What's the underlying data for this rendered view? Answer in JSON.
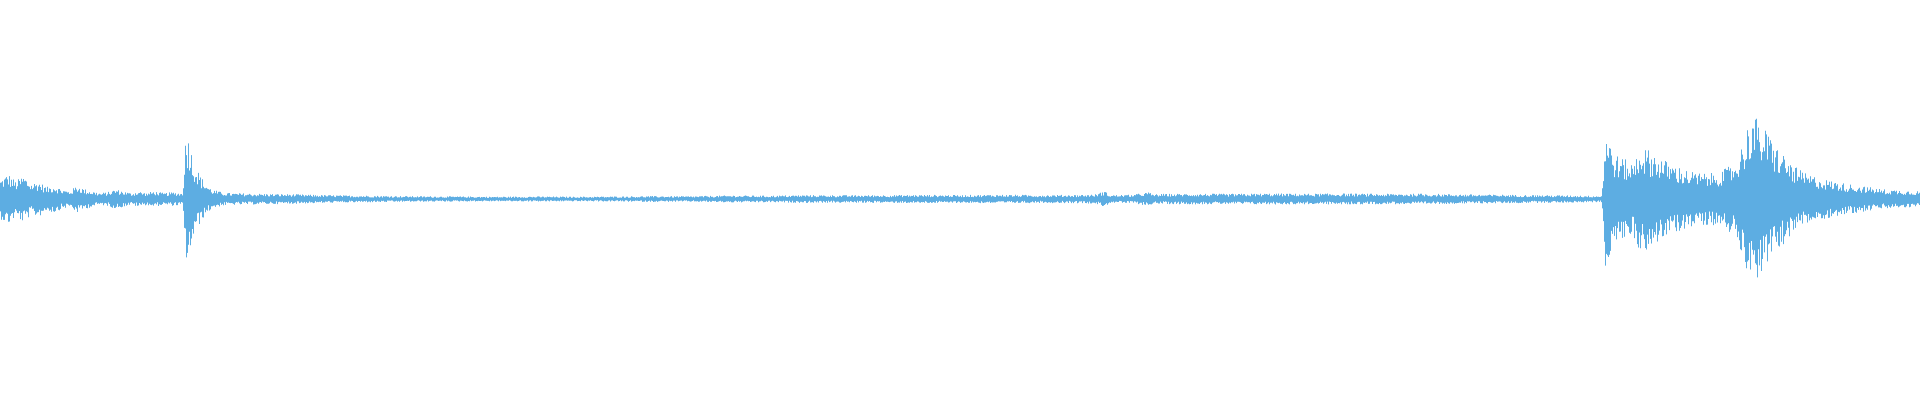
{
  "waveform": {
    "color": "#5dade2",
    "background": "#ffffff",
    "envelope": [
      [
        0.0,
        0.1
      ],
      [
        0.004,
        0.13
      ],
      [
        0.008,
        0.09
      ],
      [
        0.012,
        0.12
      ],
      [
        0.016,
        0.08
      ],
      [
        0.02,
        0.09
      ],
      [
        0.024,
        0.06
      ],
      [
        0.028,
        0.07
      ],
      [
        0.032,
        0.05
      ],
      [
        0.036,
        0.04
      ],
      [
        0.04,
        0.07
      ],
      [
        0.044,
        0.05
      ],
      [
        0.048,
        0.04
      ],
      [
        0.052,
        0.03
      ],
      [
        0.056,
        0.035
      ],
      [
        0.06,
        0.05
      ],
      [
        0.064,
        0.04
      ],
      [
        0.068,
        0.03
      ],
      [
        0.072,
        0.04
      ],
      [
        0.076,
        0.03
      ],
      [
        0.08,
        0.04
      ],
      [
        0.085,
        0.03
      ],
      [
        0.09,
        0.035
      ],
      [
        0.095,
        0.03
      ],
      [
        0.096,
        0.28
      ],
      [
        0.098,
        0.34
      ],
      [
        0.1,
        0.21
      ],
      [
        0.103,
        0.14
      ],
      [
        0.106,
        0.09
      ],
      [
        0.11,
        0.05
      ],
      [
        0.115,
        0.035
      ],
      [
        0.12,
        0.03
      ],
      [
        0.13,
        0.028
      ],
      [
        0.14,
        0.026
      ],
      [
        0.15,
        0.025
      ],
      [
        0.16,
        0.022
      ],
      [
        0.17,
        0.02
      ],
      [
        0.18,
        0.018
      ],
      [
        0.2,
        0.016
      ],
      [
        0.22,
        0.014
      ],
      [
        0.24,
        0.013
      ],
      [
        0.26,
        0.012
      ],
      [
        0.28,
        0.013
      ],
      [
        0.3,
        0.012
      ],
      [
        0.32,
        0.013
      ],
      [
        0.34,
        0.015
      ],
      [
        0.36,
        0.014
      ],
      [
        0.38,
        0.018
      ],
      [
        0.4,
        0.017
      ],
      [
        0.42,
        0.02
      ],
      [
        0.44,
        0.019
      ],
      [
        0.46,
        0.02
      ],
      [
        0.48,
        0.021
      ],
      [
        0.5,
        0.02
      ],
      [
        0.52,
        0.022
      ],
      [
        0.54,
        0.02
      ],
      [
        0.56,
        0.021
      ],
      [
        0.57,
        0.023
      ],
      [
        0.575,
        0.04
      ],
      [
        0.578,
        0.02
      ],
      [
        0.59,
        0.022
      ],
      [
        0.598,
        0.035
      ],
      [
        0.6,
        0.025
      ],
      [
        0.62,
        0.027
      ],
      [
        0.64,
        0.026
      ],
      [
        0.66,
        0.028
      ],
      [
        0.68,
        0.027
      ],
      [
        0.7,
        0.028
      ],
      [
        0.72,
        0.026
      ],
      [
        0.74,
        0.027
      ],
      [
        0.76,
        0.024
      ],
      [
        0.78,
        0.022
      ],
      [
        0.8,
        0.02
      ],
      [
        0.82,
        0.018
      ],
      [
        0.834,
        0.016
      ],
      [
        0.836,
        0.35
      ],
      [
        0.838,
        0.3
      ],
      [
        0.84,
        0.24
      ],
      [
        0.842,
        0.22
      ],
      [
        0.846,
        0.2
      ],
      [
        0.85,
        0.18
      ],
      [
        0.854,
        0.27
      ],
      [
        0.858,
        0.25
      ],
      [
        0.862,
        0.23
      ],
      [
        0.866,
        0.2
      ],
      [
        0.87,
        0.18
      ],
      [
        0.875,
        0.16
      ],
      [
        0.88,
        0.14
      ],
      [
        0.886,
        0.13
      ],
      [
        0.892,
        0.13
      ],
      [
        0.898,
        0.15
      ],
      [
        0.904,
        0.19
      ],
      [
        0.908,
        0.3
      ],
      [
        0.912,
        0.44
      ],
      [
        0.916,
        0.39
      ],
      [
        0.92,
        0.34
      ],
      [
        0.925,
        0.27
      ],
      [
        0.93,
        0.21
      ],
      [
        0.935,
        0.16
      ],
      [
        0.94,
        0.13
      ],
      [
        0.95,
        0.1
      ],
      [
        0.96,
        0.08
      ],
      [
        0.97,
        0.065
      ],
      [
        0.98,
        0.05
      ],
      [
        0.99,
        0.045
      ],
      [
        1.0,
        0.04
      ]
    ]
  }
}
